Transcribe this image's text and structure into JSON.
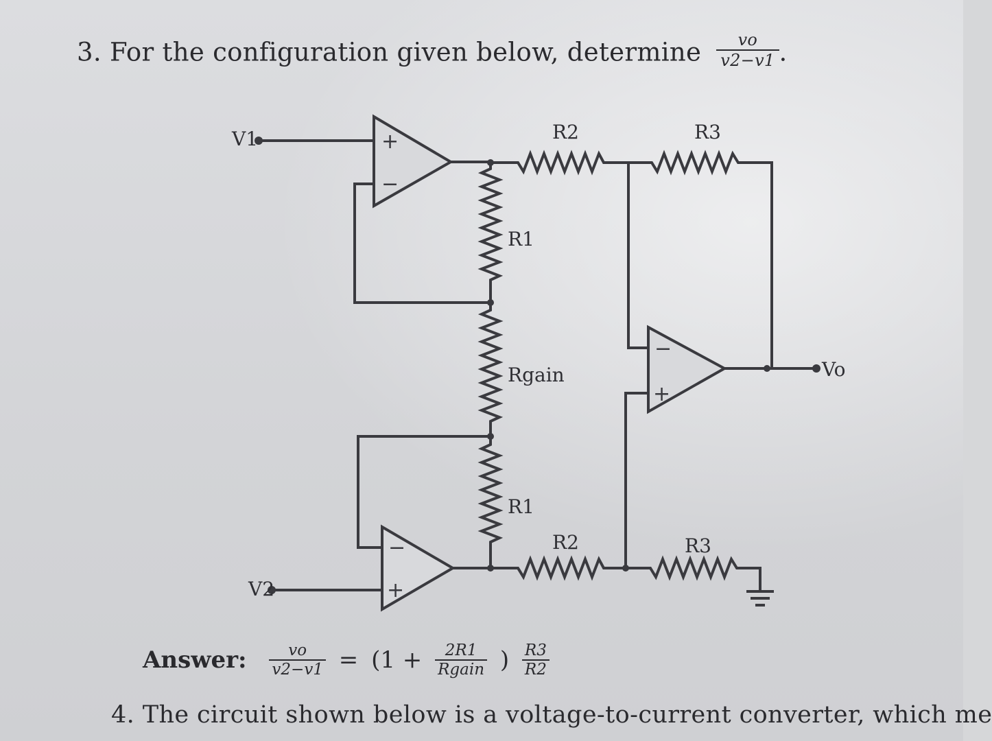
{
  "question3": {
    "text": "3. For the configuration given below, determine",
    "fraction_num": "vo",
    "fraction_den": "v2−v1",
    "period": "."
  },
  "circuit": {
    "input_v1": "V1",
    "input_v2": "V2",
    "output_vo": "Vo",
    "r1_top": "R1",
    "r1_bottom": "R1",
    "r_gain": "Rgain",
    "r2_top": "R2",
    "r2_bottom": "R2",
    "r3_top": "R3",
    "r3_bottom": "R3",
    "plus": "+",
    "minus": "−"
  },
  "answer": {
    "label": "Answer:",
    "lhs_num": "vo",
    "lhs_den": "v2−v1",
    "equals": "=",
    "paren_open": "(1 +",
    "mid_num": "2R1",
    "mid_den": "Rgain",
    "paren_close": ")",
    "rhs_num": "R3",
    "rhs_den": "R2"
  },
  "question4": {
    "text": "4. The circuit shown below is a voltage-to-current converter, which me"
  }
}
